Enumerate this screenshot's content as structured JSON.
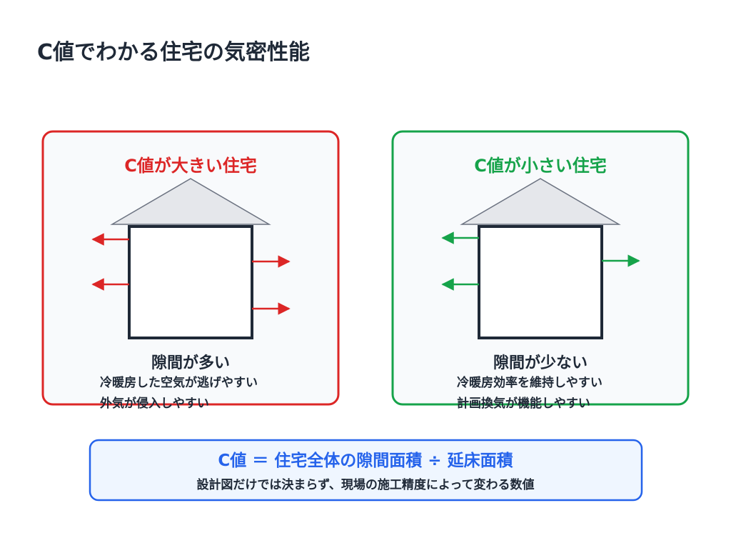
{
  "title": "C値でわかる住宅の気密性能",
  "colors": {
    "title": "#1f2937",
    "large_accent": "#dc2626",
    "small_accent": "#16a34a",
    "formula_accent": "#2563eb",
    "formula_bg": "#eff6ff",
    "panel_bg": "#f8fafc",
    "house_stroke": "#1f2937",
    "roof_fill": "#e5e7eb",
    "roof_stroke": "#6b7280",
    "text_dark": "#1f2937"
  },
  "panels": {
    "large": {
      "heading": "C値が大きい住宅",
      "gap_label": "隙間が多い",
      "note_1": "冷暖房した空気が逃げやすい",
      "note_2": "外気が侵入しやすい"
    },
    "small": {
      "heading": "C値が小さい住宅",
      "gap_label": "隙間が少ない",
      "note_1": "冷暖房効率を維持しやすい",
      "note_2": "計画換気が機能しやすい"
    }
  },
  "formula": {
    "equation": "C値 ＝ 住宅全体の隙間面積 ÷ 延床面積",
    "caption": "設計図だけでは決まらず、現場の施工精度によって変わる数値"
  }
}
